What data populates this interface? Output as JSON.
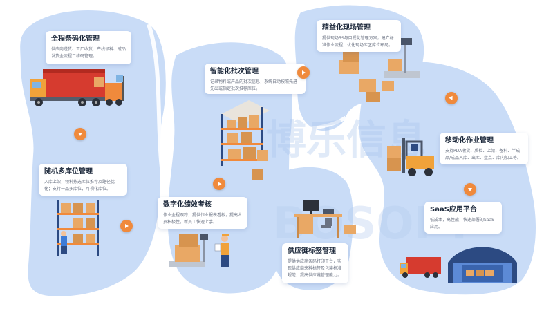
{
  "watermark": {
    "primary": "博乐信息",
    "secondary": "BOSOFT"
  },
  "colors": {
    "blob": "#c9dcf7",
    "blob_stroke": "#ffffff",
    "accent": "#f08a3c",
    "truck_red": "#d63b2f",
    "box": "#e9a865"
  },
  "cards": [
    {
      "id": "barcode",
      "title": "全程条码化管理",
      "desc": "供应商送货、工厂收货、产线领料、成品发货全流程二维码管理。"
    },
    {
      "id": "batch",
      "title": "智能化批次管理",
      "desc": "记录物料或产品的批次信息，系统自动按照先进先出或指定批次推荐库位。"
    },
    {
      "id": "lean",
      "title": "精益化现场管理",
      "desc": "提供现场5S与目视化管理方案，建立标准作业流程，优化现场库区库位布局。"
    },
    {
      "id": "mobile",
      "title": "移动化作业管理",
      "desc": "支持PDA收货、质检、上架、备料、半成品/成品入库、出库、盘点、库内加工等。"
    },
    {
      "id": "location",
      "title": "随机多库位管理",
      "desc": "入库上架，领料拣选库位推荐及路径优化；支持一品多库位，可视化库位。"
    },
    {
      "id": "kpi",
      "title": "数字化绩效考核",
      "desc": "作业全程跟踪，提供作业报表看板，提高人员积极性，新员工快速上手。"
    },
    {
      "id": "label",
      "title": "供应链标签管理",
      "desc": "提供供应商条码打印平台，实现供应商来料标签及包装标准规范，提高供应链管理能力。"
    },
    {
      "id": "saas",
      "title": "SaaS应用平台",
      "desc": "低成本，高性能，快速部署的SaaS应用。"
    }
  ]
}
